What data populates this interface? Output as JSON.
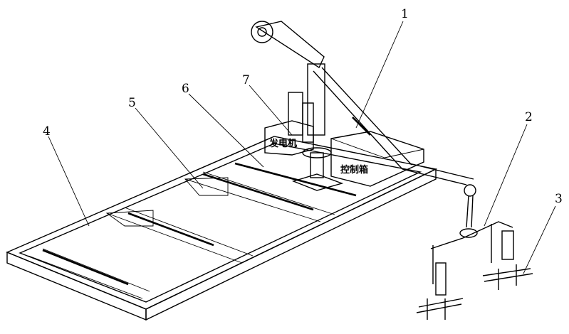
{
  "labels": {
    "part1": "1",
    "part2": "2",
    "part3": "3",
    "part4": "4",
    "part5": "5",
    "part6": "6",
    "part7": "7"
  },
  "text": {
    "generator": "发电机",
    "control_box": "控制箱"
  }
}
